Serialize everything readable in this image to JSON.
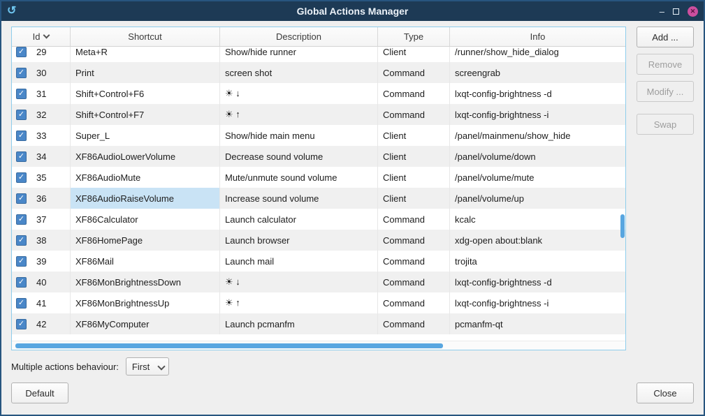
{
  "window": {
    "title": "Global Actions Manager"
  },
  "titlebar": {
    "minimize_glyph": "–",
    "close_glyph": "✕",
    "icons": [
      "app-logo-icon",
      "minimize-icon",
      "restore-icon",
      "close-icon"
    ]
  },
  "table": {
    "columns": [
      {
        "key": "id",
        "label": "Id"
      },
      {
        "key": "shortcut",
        "label": "Shortcut"
      },
      {
        "key": "description",
        "label": "Description"
      },
      {
        "key": "type",
        "label": "Type"
      },
      {
        "key": "info",
        "label": "Info"
      }
    ],
    "sort_icon": "chevron-down",
    "highlight": {
      "id": "36",
      "column": "shortcut"
    },
    "rows": [
      {
        "id": "29",
        "shortcut": "Meta+R",
        "description": "Show/hide runner",
        "type": "Client",
        "info": "/runner/show_hide_dialog",
        "checked": true
      },
      {
        "id": "30",
        "shortcut": "Print",
        "description": "screen shot",
        "type": "Command",
        "info": "screengrab",
        "checked": true
      },
      {
        "id": "31",
        "shortcut": "Shift+Control+F6",
        "description": "☀ ↓",
        "type": "Command",
        "info": "lxqt-config-brightness -d",
        "checked": true
      },
      {
        "id": "32",
        "shortcut": "Shift+Control+F7",
        "description": "☀ ↑",
        "type": "Command",
        "info": "lxqt-config-brightness -i",
        "checked": true
      },
      {
        "id": "33",
        "shortcut": "Super_L",
        "description": "Show/hide main menu",
        "type": "Client",
        "info": "/panel/mainmenu/show_hide",
        "checked": true
      },
      {
        "id": "34",
        "shortcut": "XF86AudioLowerVolume",
        "description": "Decrease sound volume",
        "type": "Client",
        "info": "/panel/volume/down",
        "checked": true
      },
      {
        "id": "35",
        "shortcut": "XF86AudioMute",
        "description": "Mute/unmute sound volume",
        "type": "Client",
        "info": "/panel/volume/mute",
        "checked": true
      },
      {
        "id": "36",
        "shortcut": "XF86AudioRaiseVolume",
        "description": "Increase sound volume",
        "type": "Client",
        "info": "/panel/volume/up",
        "checked": true
      },
      {
        "id": "37",
        "shortcut": "XF86Calculator",
        "description": "Launch calculator",
        "type": "Command",
        "info": "kcalc",
        "checked": true
      },
      {
        "id": "38",
        "shortcut": "XF86HomePage",
        "description": "Launch browser",
        "type": "Command",
        "info": "xdg-open about:blank",
        "checked": true
      },
      {
        "id": "39",
        "shortcut": "XF86Mail",
        "description": "Launch mail",
        "type": "Command",
        "info": "trojita",
        "checked": true
      },
      {
        "id": "40",
        "shortcut": "XF86MonBrightnessDown",
        "description": "☀ ↓",
        "type": "Command",
        "info": "lxqt-config-brightness -d",
        "checked": true
      },
      {
        "id": "41",
        "shortcut": "XF86MonBrightnessUp",
        "description": "☀ ↑",
        "type": "Command",
        "info": "lxqt-config-brightness -i",
        "checked": true
      },
      {
        "id": "42",
        "shortcut": "XF86MyComputer",
        "description": "Launch pcmanfm",
        "type": "Command",
        "info": "pcmanfm-qt",
        "checked": true
      }
    ]
  },
  "side_buttons": [
    {
      "label": "Add ...",
      "enabled": true
    },
    {
      "label": "Remove",
      "enabled": false
    },
    {
      "label": "Modify ...",
      "enabled": false
    },
    {
      "label": "Swap",
      "enabled": false
    }
  ],
  "footer": {
    "behaviour_label": "Multiple actions behaviour:",
    "behaviour_value": "First",
    "default_button": "Default",
    "close_button": "Close"
  },
  "colors": {
    "titlebar": "#1d3a55",
    "table_focus_border": "#8ecdec",
    "highlight_cell": "#c9e3f5",
    "scrollbar": "#58a6e0",
    "checkbox": "#4a87c8",
    "close_button": "#cc4f9e"
  }
}
